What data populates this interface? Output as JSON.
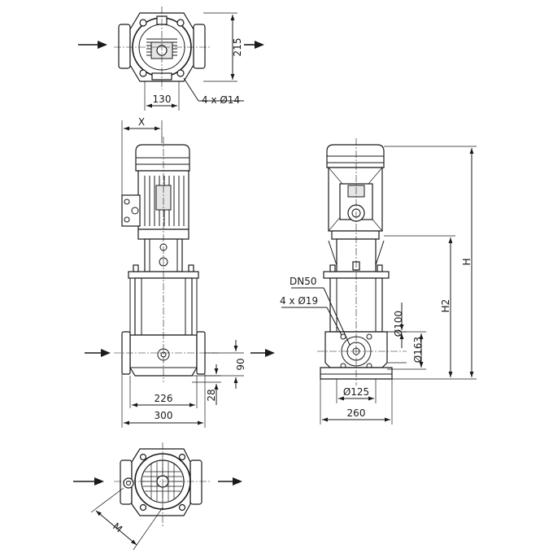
{
  "top_view": {
    "dim_height": "215",
    "dim_width": "130",
    "holes": "4 x Ø14"
  },
  "front_view": {
    "dim_x": "X",
    "dim_90": "90",
    "dim_28": "28",
    "dim_226": "226",
    "dim_300": "300"
  },
  "side_view": {
    "flange_label": "DN50",
    "flange_holes": "4 x Ø19",
    "dim_100": "Ø100",
    "dim_163": "Ø163",
    "dim_125": "Ø125",
    "dim_260": "260",
    "dim_h": "H",
    "dim_h2": "H2"
  },
  "bottom_view": {
    "dim_m": "M"
  },
  "colors": {
    "line": "#1a1a1a",
    "background": "#ffffff"
  }
}
